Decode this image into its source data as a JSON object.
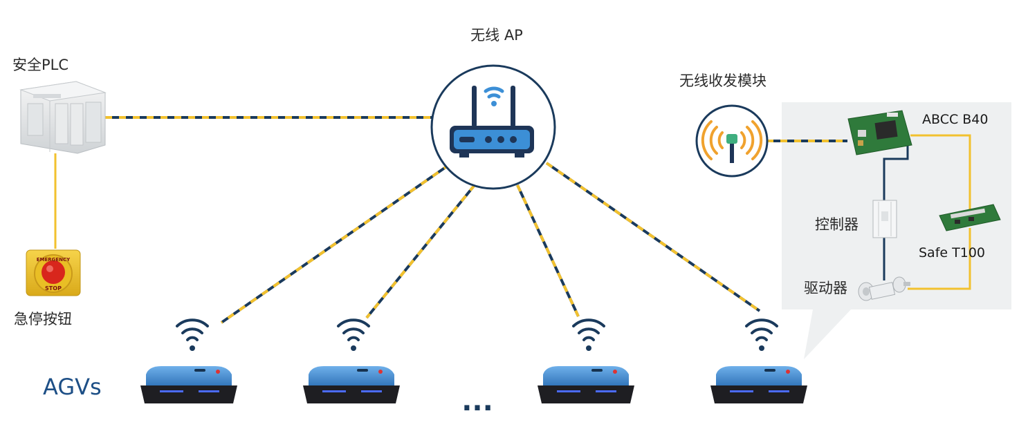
{
  "labels": {
    "wireless_ap": "无线 AP",
    "safety_plc": "安全PLC",
    "estop_button": "急停按钮",
    "wireless_module": "无线收发模块",
    "abcc": "ABCC B40",
    "controller": "控制器",
    "safe_t100": "Safe T100",
    "driver": "驱动器",
    "agvs": "AGVs",
    "ellipsis": "...",
    "estop_top": "EMERGENCY",
    "estop_bottom": "STOP"
  },
  "colors": {
    "navy": "#1a3a5c",
    "yellow": "#f2c12e",
    "ap_blue": "#3c8fd6",
    "agv_blue": "#3f88cf",
    "agv_dark": "#1e1e22",
    "panel_gray": "#eef0f1",
    "board_green": "#2f7a3b",
    "wave_orange": "#f0a22e"
  },
  "icons": {
    "router": "wifi-router-icon",
    "wifi": "wifi-icon",
    "antenna": "antenna-icon",
    "plc": "plc-device-icon",
    "estop": "emergency-stop-icon",
    "agv": "agv-robot-icon",
    "board": "circuit-board-icon",
    "motor": "servo-motor-icon"
  }
}
